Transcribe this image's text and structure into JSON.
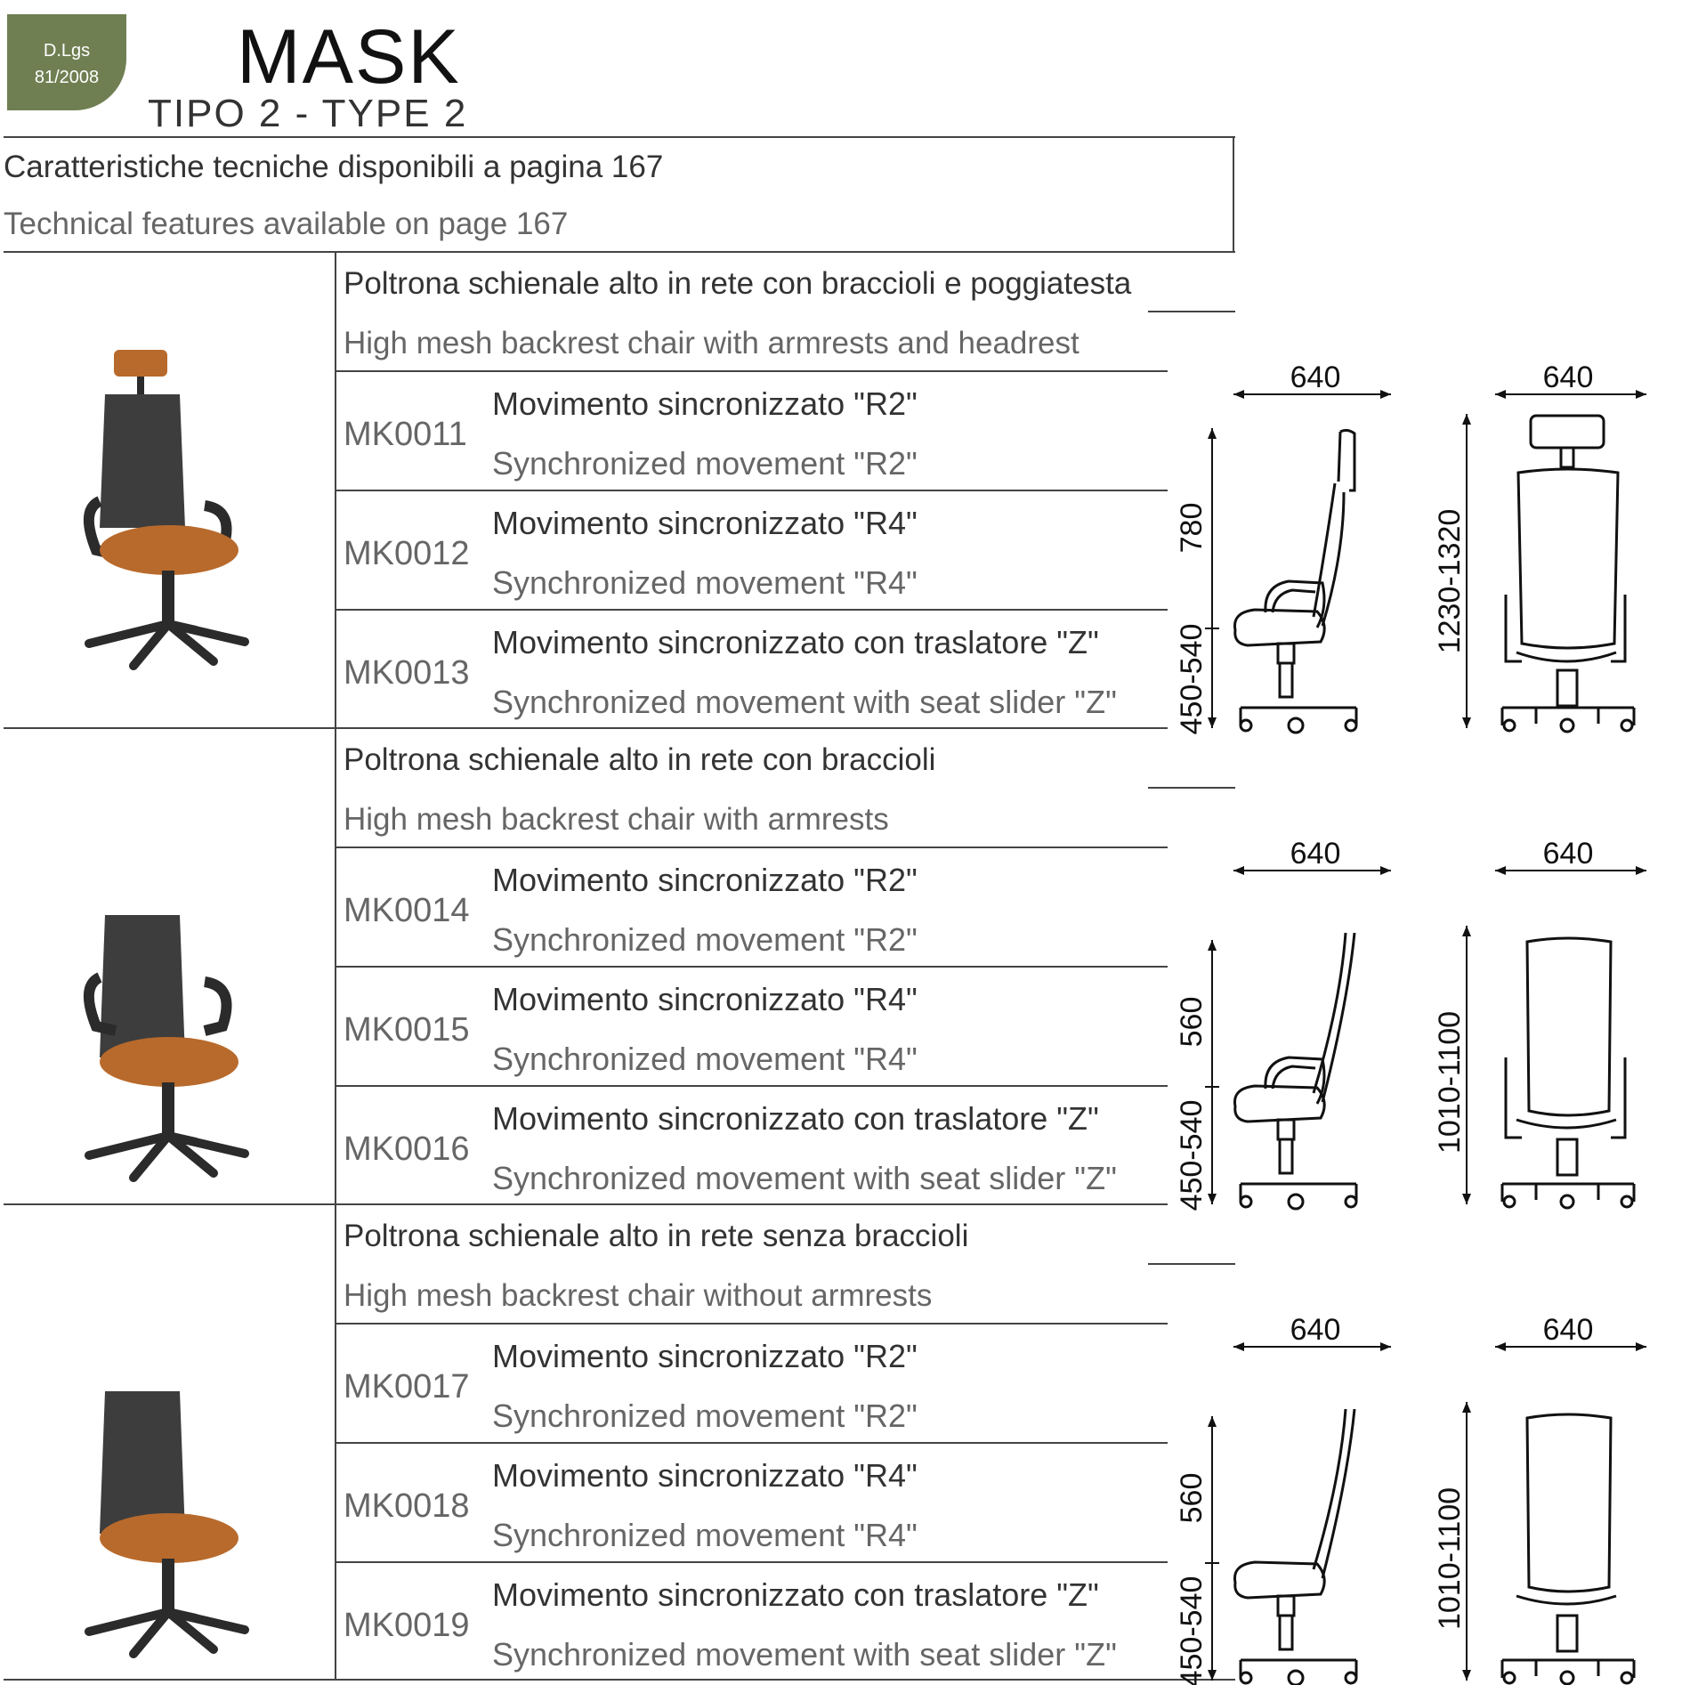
{
  "badge": {
    "line1": "D.Lgs",
    "line2": "81/2008"
  },
  "header": {
    "title": "MASK",
    "subtitle": "TIPO 2 - TYPE 2"
  },
  "note": {
    "it": "Caratteristiche tecniche disponibili a pagina  167",
    "en": "Technical features available on page 167"
  },
  "sections": [
    {
      "title_it": "Poltrona schienale alto in rete con braccioli e poggiatesta",
      "title_en": "High mesh backrest chair with armrests and headrest",
      "rows": [
        {
          "code": "MK0011",
          "it": "Movimento sincronizzato \"R2\"",
          "en": "Synchronized movement \"R2\""
        },
        {
          "code": "MK0012",
          "it": "Movimento sincronizzato \"R4\"",
          "en": "Synchronized movement \"R4\""
        },
        {
          "code": "MK0013",
          "it": "Movimento sincronizzato con traslatore \"Z\"",
          "en": "Synchronized movement with seat slider \"Z\""
        }
      ],
      "dims": {
        "side_width": "640",
        "front_width": "640",
        "back_height": "780",
        "seat_height": "450-540",
        "total_height": "1230-1320"
      }
    },
    {
      "title_it": "Poltrona schienale alto in rete con braccioli",
      "title_en": "High mesh backrest chair with armrests",
      "rows": [
        {
          "code": "MK0014",
          "it": "Movimento sincronizzato \"R2\"",
          "en": "Synchronized movement \"R2\""
        },
        {
          "code": "MK0015",
          "it": "Movimento sincronizzato \"R4\"",
          "en": "Synchronized movement \"R4\""
        },
        {
          "code": "MK0016",
          "it": "Movimento sincronizzato con traslatore \"Z\"",
          "en": "Synchronized movement with seat slider \"Z\""
        }
      ],
      "dims": {
        "side_width": "640",
        "front_width": "640",
        "back_height": "560",
        "seat_height": "450-540",
        "total_height": "1010-1100"
      }
    },
    {
      "title_it": "Poltrona schienale alto in rete senza braccioli",
      "title_en": "High mesh backrest chair without armrests",
      "rows": [
        {
          "code": "MK0017",
          "it": "Movimento sincronizzato \"R2\"",
          "en": "Synchronized movement \"R2\""
        },
        {
          "code": "MK0018",
          "it": "Movimento sincronizzato \"R4\"",
          "en": "Synchronized movement \"R4\""
        },
        {
          "code": "MK0019",
          "it": "Movimento sincronizzato con traslatore \"Z\"",
          "en": "Synchronized movement with seat slider \"Z\""
        }
      ],
      "dims": {
        "side_width": "640",
        "front_width": "640",
        "back_height": "560",
        "seat_height": "450-540",
        "total_height": "1010-1100"
      }
    }
  ],
  "colors": {
    "badge": "#6f7f52",
    "seat": "#b86a2c",
    "frame": "#2b2b2b"
  }
}
